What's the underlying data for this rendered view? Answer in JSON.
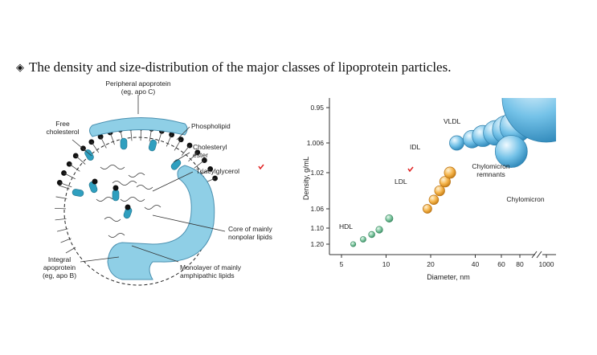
{
  "slide": {
    "bullet": "◈",
    "title": "The density and size-distribution of the major classes of lipoprotein particles."
  },
  "diagram": {
    "peripheral": [
      "Peripheral apoprotein",
      "(eg, apo C)"
    ],
    "free_chol": [
      "Free",
      "cholesterol"
    ],
    "phospholipid": "Phospholipid",
    "chol_ester": [
      "Cholesteryl",
      "ester"
    ],
    "triacyl": "Triacylglycerol",
    "core": [
      "Core of mainly",
      "nonpolar lipids"
    ],
    "integral": [
      "Integral",
      "apoprotein",
      "(eg, apo B)"
    ],
    "monolayer": [
      "Monolayer of mainly",
      "amphipathic lipids"
    ],
    "colors": {
      "apoprotein": "#8fcfe6",
      "apo_stroke": "#4a90b0",
      "lipid_head": "#111111"
    }
  },
  "chart_data": {
    "type": "scatter",
    "xlabel": "Diameter, nm",
    "ylabel": "Density, g/mL",
    "xticks": [
      "5",
      "10",
      "20",
      "40",
      "60",
      "80",
      "1000"
    ],
    "yticks": [
      "0.95",
      "1.006",
      "1.02",
      "1.06",
      "1.10",
      "1.20"
    ],
    "x_scale": "log",
    "series": [
      {
        "name": "HDL",
        "color": "#7fc7a1",
        "label_at": [
          5.5,
          "1.10"
        ],
        "points": [
          [
            6,
            1.2
          ],
          [
            7,
            1.17
          ],
          [
            8,
            1.14
          ],
          [
            9,
            1.11
          ],
          [
            10.5,
            1.08
          ]
        ]
      },
      {
        "name": "LDL",
        "color": "#f5b44a",
        "label_at": [
          20,
          "1.02"
        ],
        "points": [
          [
            19,
            1.06
          ],
          [
            21,
            1.05
          ],
          [
            23,
            1.04
          ],
          [
            25,
            1.03
          ],
          [
            27,
            1.02
          ]
        ]
      },
      {
        "name": "IDL",
        "color": "#66b8e0",
        "label_at": [
          24,
          "1.006"
        ],
        "points": [
          [
            30,
            1.006
          ]
        ]
      },
      {
        "name": "VLDL",
        "color": "#66b8e0",
        "label_at": [
          42,
          "0.95"
        ],
        "points": [
          [
            38,
            1.0
          ],
          [
            45,
            0.995
          ],
          [
            55,
            0.99
          ],
          [
            65,
            0.985
          ],
          [
            75,
            0.98
          ]
        ]
      },
      {
        "name": "Chylomicron remnants",
        "lines": [
          "Chylomicron",
          "remnants"
        ],
        "color": "#66b8e0",
        "points": [
          [
            70,
            1.01
          ]
        ]
      },
      {
        "name": "Chylomicron",
        "color": "#66b8e0",
        "points": [
          [
            1000,
            0.93
          ]
        ]
      }
    ]
  }
}
